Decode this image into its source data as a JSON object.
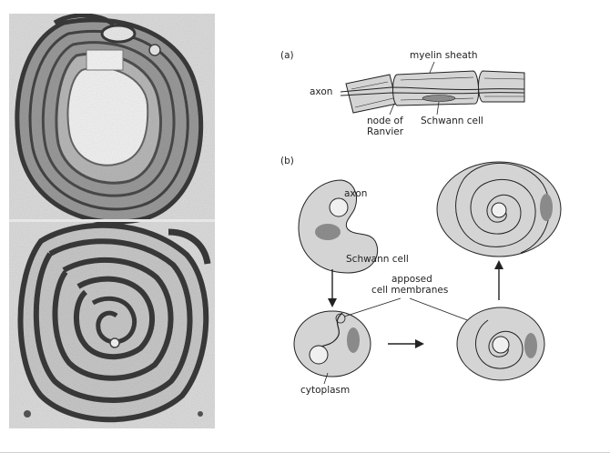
{
  "diagram": {
    "panel_a": {
      "label": "(a)",
      "myelin_sheath": "myelin sheath",
      "axon": "axon",
      "node_of_ranvier_line1": "node of",
      "node_of_ranvier_line2": "Ranvier",
      "schwann_cell": "Schwann cell"
    },
    "panel_b": {
      "label": "(b)",
      "axon": "axon",
      "schwann_cell": "Schwann cell",
      "apposed_line1": "apposed",
      "apposed_line2": "cell membranes",
      "cytoplasm": "cytoplasm"
    }
  },
  "colors": {
    "cell_fill": "#d4d4d4",
    "nucleus_fill": "#8a8a8a",
    "outline": "#222222",
    "micrograph_bg": "#dcdcdc"
  }
}
